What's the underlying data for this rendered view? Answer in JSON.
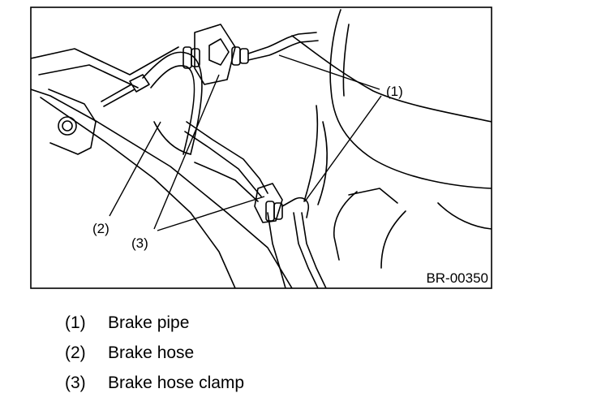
{
  "figure": {
    "code": "BR-00350",
    "callouts": {
      "c1": "(1)",
      "c2": "(2)",
      "c3": "(3)"
    }
  },
  "legend": [
    {
      "num": "(1)",
      "label": "Brake pipe"
    },
    {
      "num": "(2)",
      "label": "Brake hose"
    },
    {
      "num": "(3)",
      "label": "Brake hose clamp"
    }
  ]
}
